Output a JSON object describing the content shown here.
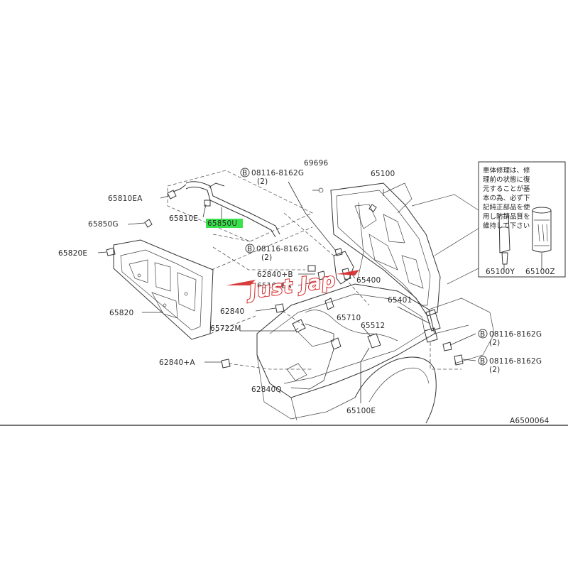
{
  "diagram": {
    "code": "A6500064",
    "highlight_color": "#39e24a",
    "watermark": "Just Jap",
    "bolt_prefix": "B",
    "note": {
      "lines": [
        "車体修理は、修",
        "理前の状態に復",
        "元することが基",
        "本の為、必ず下",
        "記純正部品を使",
        "用し防錆品質を",
        "維持して下さい"
      ],
      "items": [
        "65100Y",
        "65100Z"
      ]
    },
    "labels": {
      "l65810ea": "65810EA",
      "l65850g": "65850G",
      "l65810e": "65810E",
      "l65850u": "65850U",
      "l65820e": "65820E",
      "l65820": "65820",
      "b1": "08116-8162G",
      "b1q": "(2)",
      "b2": "08116-8162G",
      "b2q": "(2)",
      "l69696": "69696",
      "l65100": "65100",
      "l62840b": "62840+B",
      "l65100ea": "65100EA",
      "l65400": "65400",
      "l65401": "65401",
      "l62840": "62840",
      "l65710": "65710",
      "l65512": "65512",
      "l65722m": "65722M",
      "l62840a": "62840+A",
      "l62840q": "62840Q",
      "l65100e": "65100E",
      "b3": "08116-8162G",
      "b3q": "(2)",
      "b4": "08116-8162G",
      "b4q": "(2)"
    }
  }
}
